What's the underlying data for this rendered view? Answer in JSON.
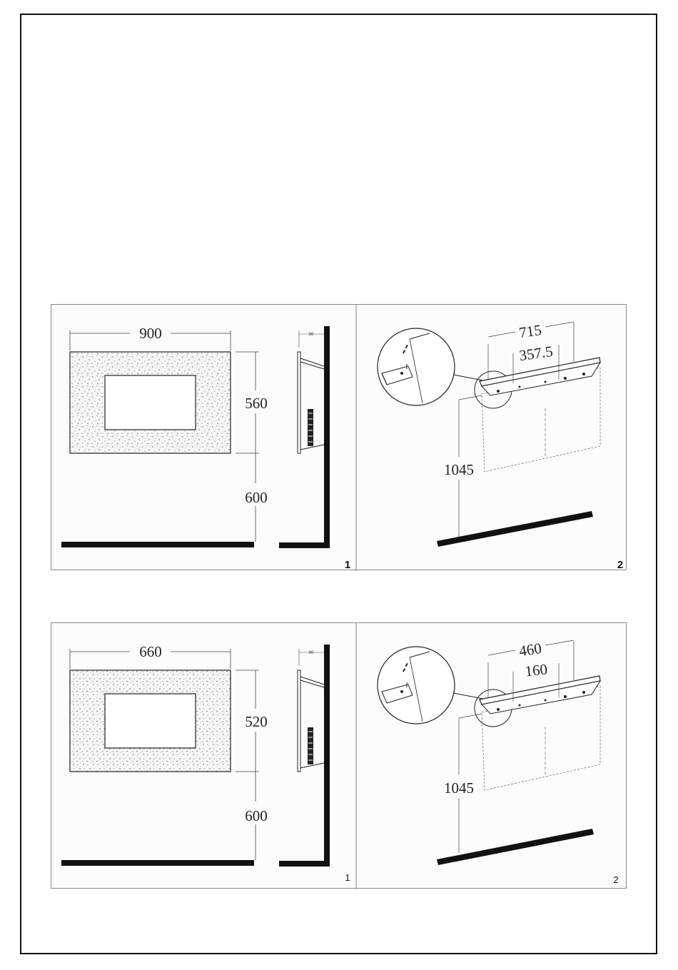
{
  "figures": [
    {
      "wall_view": {
        "width_label": "900",
        "height_label": "560",
        "floor_clearance_label": "600",
        "depth_label": "90",
        "panel_number": "1"
      },
      "bracket_view": {
        "bracket_span_label": "715",
        "half_span_label": "357.5",
        "height_label": "1045",
        "panel_number": "2"
      }
    },
    {
      "wall_view": {
        "width_label": "660",
        "height_label": "520",
        "floor_clearance_label": "600",
        "depth_label": "90",
        "panel_number": "1"
      },
      "bracket_view": {
        "bracket_span_label": "460",
        "half_span_label": "160",
        "height_label": "1045",
        "panel_number": "2"
      }
    }
  ],
  "colors": {
    "line": "#222222",
    "frame": "#888888",
    "speckle": "#666666"
  }
}
